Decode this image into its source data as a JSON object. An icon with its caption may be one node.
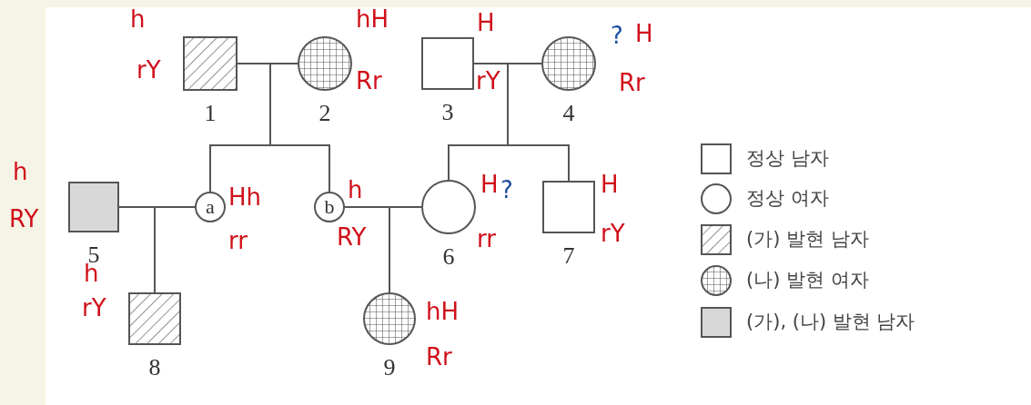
{
  "diagram": {
    "nodes": [
      {
        "text": [],
        "shape": "box",
        "beside": [
          "1"
        ]
      },
      {
        "text": [],
        "shape": "circle",
        "beside": [
          "2"
        ]
      },
      {
        "text": [],
        "shape": "box",
        "beside": [
          "3"
        ]
      },
      {
        "text": [],
        "shape": "circle",
        "beside": [
          "4"
        ]
      },
      {
        "text": [],
        "shape": "box",
        "beside": [
          "5"
        ]
      },
      {
        "text": [
          "a"
        ]
      },
      {
        "text": [
          "b"
        ]
      },
      {
        "text": [],
        "shape": "circle",
        "beside": [
          "6"
        ]
      },
      {
        "text": [],
        "shape": "box",
        "beside": [
          "7"
        ]
      },
      {
        "text": [],
        "shape": "box",
        "beside": [
          "8"
        ]
      },
      {
        "text": [],
        "shape": "circle",
        "beside": [
          "9"
        ]
      }
    ],
    "edges": [
      {
        "from": 0,
        "to": 1,
        "arrow": "none"
      },
      {
        "from": 2,
        "to": 3,
        "arrow": "none"
      },
      {
        "from": 0,
        "to": 5,
        "arrow": "none"
      },
      {
        "from": 1,
        "to": 5,
        "arrow": "none"
      },
      {
        "from": 0,
        "to": 6,
        "arrow": "none"
      },
      {
        "from": 1,
        "to": 6,
        "arrow": "none"
      },
      {
        "from": 2,
        "to": 7,
        "arrow": "none"
      },
      {
        "from": 3,
        "to": 7,
        "arrow": "none"
      },
      {
        "from": 2,
        "to": 8,
        "arrow": "none"
      },
      {
        "from": 3,
        "to": 8,
        "arrow": "none"
      },
      {
        "from": 4,
        "to": 5,
        "arrow": "none"
      },
      {
        "from": 6,
        "to": 7,
        "arrow": "none"
      },
      {
        "from": 4,
        "to": 9,
        "arrow": "none"
      },
      {
        "from": 5,
        "to": 9,
        "arrow": "none"
      },
      {
        "from": 6,
        "to": 10,
        "arrow": "none"
      },
      {
        "from": 7,
        "to": 10,
        "arrow": "none"
      }
    ],
    "labels": [
      "h",
      "hH",
      "H",
      "?",
      "H",
      "rY",
      "Rr",
      "rY",
      "Rr",
      "h",
      "H",
      "?",
      "H",
      "RY",
      "Hh",
      "h",
      "rr",
      "RY",
      "rr",
      "rY",
      "h",
      "rY",
      "hH",
      "Rr"
    ],
    "legend": [
      {
        "text": "정상 남자"
      },
      {
        "text": "정상 여자"
      },
      {
        "text": "(가) 발현 남자"
      },
      {
        "text": "(나) 발현 여자"
      },
      {
        "text": "(가), (나) 발현 남자"
      }
    ]
  }
}
